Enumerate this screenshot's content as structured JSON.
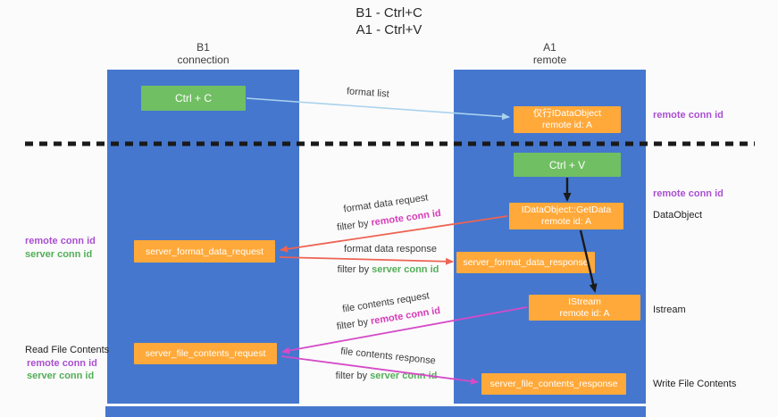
{
  "title": {
    "line1": "B1 - Ctrl+C",
    "line2": "A1 - Ctrl+V"
  },
  "columns": {
    "left": {
      "name": "B1",
      "role": "connection"
    },
    "right": {
      "name": "A1",
      "role": "remote"
    }
  },
  "boxes": {
    "ctrl_c": {
      "label": "Ctrl + C"
    },
    "ctrl_v": {
      "label": "Ctrl + V"
    },
    "proxy_dataobject": {
      "line1": "仅行IDataObject",
      "line2": "remote id: A"
    },
    "getdata": {
      "line1": "IDataObject::GetData",
      "line2": "remote id: A"
    },
    "istream": {
      "line1": "IStream",
      "line2": "remote id: A"
    },
    "server_format_data_request": {
      "label": "server_format_data_request"
    },
    "server_format_data_response": {
      "label": "server_format_data_response"
    },
    "server_file_contents_request": {
      "label": "server_file_contents_request"
    },
    "server_file_contents_response": {
      "label": "server_file_contents_response"
    }
  },
  "arrow_labels": {
    "format_list": "format list",
    "format_data_request": "format data request",
    "format_data_response": "format data response",
    "file_contents_request": "file contents request",
    "file_contents_response": "file contents response",
    "filter_by": "filter by ",
    "remote_conn_id": "remote conn id",
    "server_conn_id": "server conn id"
  },
  "side_labels": {
    "remote_conn_id": "remote conn id",
    "server_conn_id": "server conn id",
    "dataobject": "DataObject",
    "istream": "Istream",
    "read_file_contents": "Read File Contents",
    "write_file_contents": "Write File Contents"
  },
  "colors": {
    "lifeline_blue": "#4577CE",
    "box_green": "#71BF63",
    "box_orange": "#FFA93A",
    "purple_text": "#A94FD2",
    "magenta_text": "#D83CB8",
    "green_text": "#53AE58",
    "red_arrow": "#EE6352",
    "magenta_arrow": "#D44BC8",
    "light_blue_arrow": "#A9D2EE",
    "black_arrow": "#1a1a1a"
  }
}
